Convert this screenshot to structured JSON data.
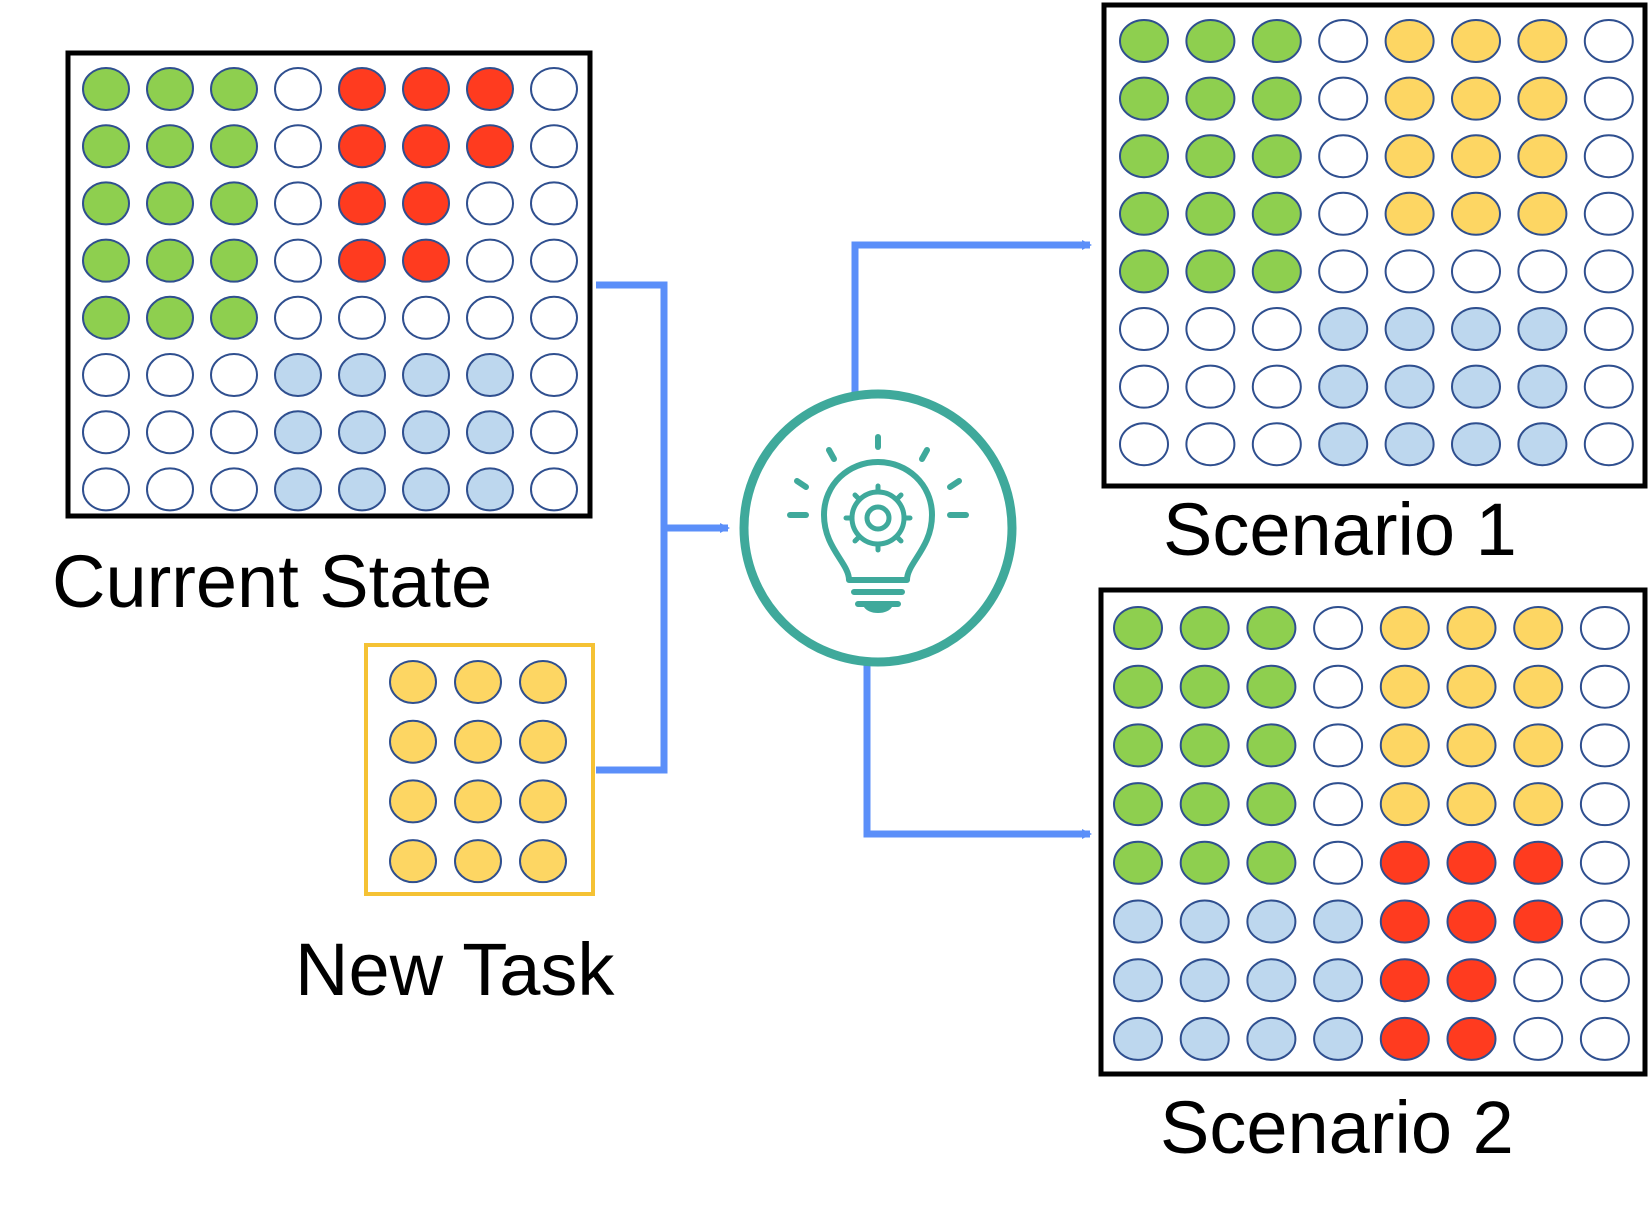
{
  "labels": {
    "current_state": "Current State",
    "new_task": "New Task",
    "scenario_1": "Scenario 1",
    "scenario_2": "Scenario 2"
  },
  "colors": {
    "G": "#8ecf4f",
    "R": "#ff3b1f",
    "Y": "#fdd663",
    "B": "#bdd7ee",
    "W": "#ffffff",
    "circle_stroke": "#2f4f8f",
    "connector": "#5b8ff9",
    "icon": "#3fa99b",
    "task_border": "#f5c234",
    "grid_border": "#000000"
  },
  "grids": {
    "current_state": [
      "GGGWRRRW",
      "GGGWRRRW",
      "GGGWRRWW",
      "GGGWRRWW",
      "GGGWWWWW",
      "WWWBBBBW",
      "WWWBBBBW",
      "WWWBBBBW"
    ],
    "new_task": [
      "YYY",
      "YYY",
      "YYY",
      "YYY"
    ],
    "scenario_1": [
      "GGGWYYYW",
      "GGGWYYYW",
      "GGGWYYYW",
      "GGGWYYYW",
      "GGGWWWWW",
      "WWWBBBBW",
      "WWWBBBBW",
      "WWWBBBBW"
    ],
    "scenario_2": [
      "GGGWYYYW",
      "GGGWYYYW",
      "GGGWYYYW",
      "GGGWYYYW",
      "GGGWRRRW",
      "BBBBRRRW",
      "BBBBRRWW",
      "BBBBRRWW"
    ]
  },
  "icon": "lightbulb-gear-icon"
}
